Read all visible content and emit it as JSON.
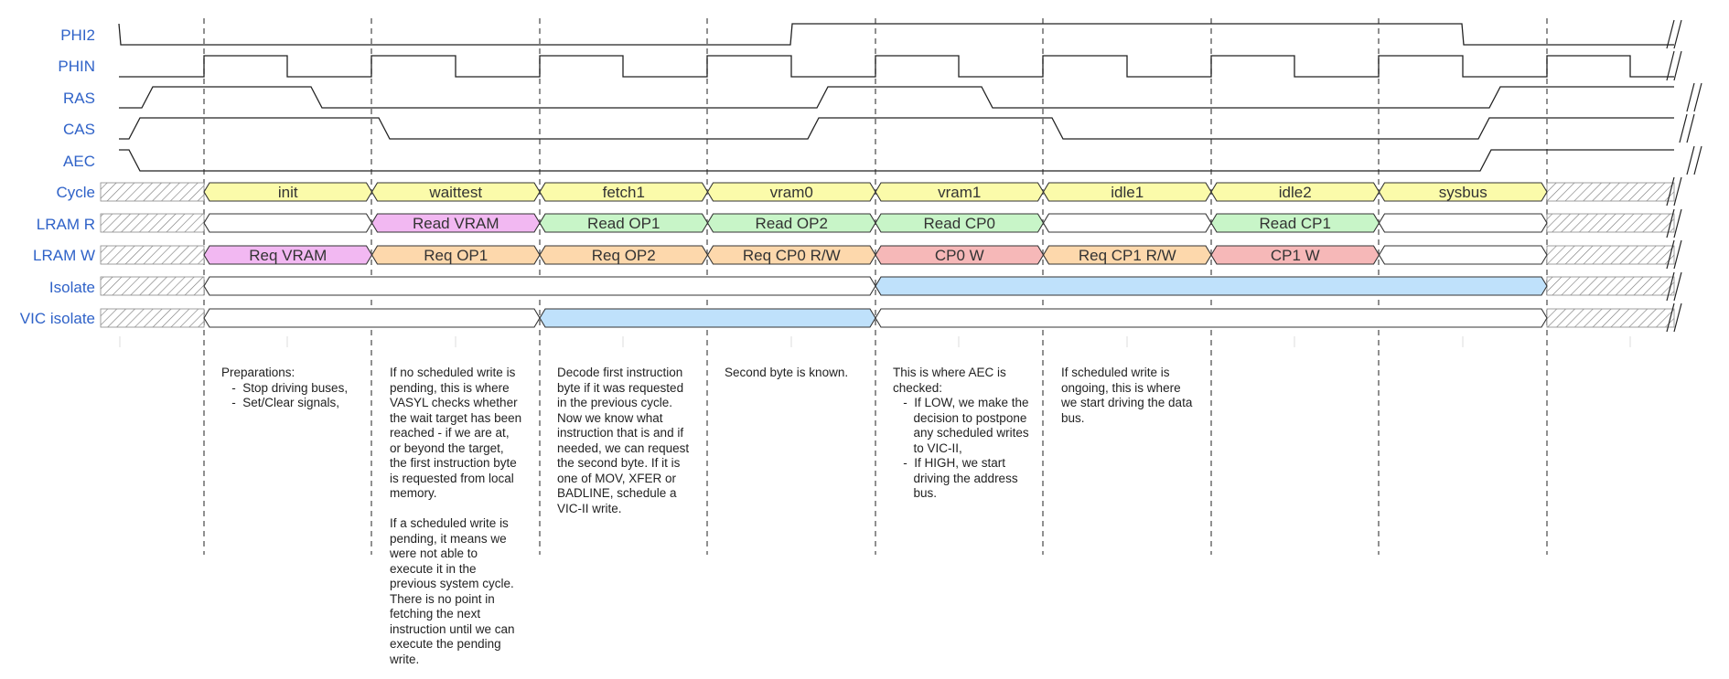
{
  "signal_labels": [
    "PHI2",
    "PHIN",
    "RAS",
    "CAS",
    "AEC",
    "Cycle",
    "LRAM R",
    "LRAM W",
    "Isolate",
    "VIC isolate"
  ],
  "bus_rows": [
    {
      "signal": "Cycle",
      "segments": [
        {
          "start": 1,
          "end": 2,
          "label": "init",
          "color": "#fbfbaa"
        },
        {
          "start": 2,
          "end": 3,
          "label": "waittest",
          "color": "#fbfbaa"
        },
        {
          "start": 3,
          "end": 4,
          "label": "fetch1",
          "color": "#fbfbaa"
        },
        {
          "start": 4,
          "end": 5,
          "label": "vram0",
          "color": "#fbfbaa"
        },
        {
          "start": 5,
          "end": 6,
          "label": "vram1",
          "color": "#fbfbaa"
        },
        {
          "start": 6,
          "end": 7,
          "label": "idle1",
          "color": "#fbfbaa"
        },
        {
          "start": 7,
          "end": 8,
          "label": "idle2",
          "color": "#fbfbaa"
        },
        {
          "start": 8,
          "end": 9,
          "label": "sysbus",
          "color": "#fbfbaa"
        }
      ]
    },
    {
      "signal": "LRAM R",
      "segments": [
        {
          "start": 1,
          "end": 2,
          "label": "",
          "color": "#ffffff"
        },
        {
          "start": 2,
          "end": 3,
          "label": "Read VRAM",
          "color": "#f2b8f2"
        },
        {
          "start": 3,
          "end": 4,
          "label": "Read OP1",
          "color": "#c8f5c8"
        },
        {
          "start": 4,
          "end": 5,
          "label": "Read OP2",
          "color": "#c8f5c8"
        },
        {
          "start": 5,
          "end": 6,
          "label": "Read CP0",
          "color": "#c8f5c8"
        },
        {
          "start": 6,
          "end": 7,
          "label": "",
          "color": "#ffffff"
        },
        {
          "start": 7,
          "end": 8,
          "label": "Read CP1",
          "color": "#c8f5c8"
        },
        {
          "start": 8,
          "end": 9,
          "label": "",
          "color": "#ffffff"
        }
      ]
    },
    {
      "signal": "LRAM W",
      "segments": [
        {
          "start": 1,
          "end": 2,
          "label": "Req VRAM",
          "color": "#f2b8f2"
        },
        {
          "start": 2,
          "end": 3,
          "label": "Req OP1",
          "color": "#fdd8ac"
        },
        {
          "start": 3,
          "end": 4,
          "label": "Req OP2",
          "color": "#fdd8ac"
        },
        {
          "start": 4,
          "end": 5,
          "label": "Req CP0 R/W",
          "color": "#fdd8ac"
        },
        {
          "start": 5,
          "end": 6,
          "label": "CP0 W",
          "color": "#f6b8b8"
        },
        {
          "start": 6,
          "end": 7,
          "label": "Req CP1 R/W",
          "color": "#fdd8ac"
        },
        {
          "start": 7,
          "end": 8,
          "label": "CP1 W",
          "color": "#f6b8b8"
        },
        {
          "start": 8,
          "end": 9,
          "label": "",
          "color": "#ffffff"
        }
      ]
    },
    {
      "signal": "Isolate",
      "segments": [
        {
          "start": 1,
          "end": 5,
          "label": "",
          "color": "#ffffff"
        },
        {
          "start": 5,
          "end": 9,
          "label": "",
          "color": "#bfe1fb"
        }
      ]
    },
    {
      "signal": "VIC isolate",
      "segments": [
        {
          "start": 1,
          "end": 3,
          "label": "",
          "color": "#ffffff"
        },
        {
          "start": 3,
          "end": 5,
          "label": "",
          "color": "#bfe1fb"
        },
        {
          "start": 5,
          "end": 9,
          "label": "",
          "color": "#ffffff"
        }
      ]
    }
  ],
  "notes": [
    {
      "column": "init",
      "text": "Preparations:\n   -  Stop driving buses,\n   -  Set/Clear signals,"
    },
    {
      "column": "waittest",
      "text": "If no scheduled write is\npending, this is where\nVASYL checks whether\nthe wait target has been\nreached - if we are at,\nor beyond the target,\nthe first instruction byte\nis requested from local\nmemory.\n\nIf a scheduled write is\npending, it means we\nwere not able to\nexecute it in the\nprevious system cycle.\nThere is no point in\nfetching the next\ninstruction until we can\nexecute the pending\nwrite."
    },
    {
      "column": "fetch1",
      "text": "Decode first instruction\nbyte if it was requested\nin the previous cycle.\nNow we know what\ninstruction that is and if\nneeded, we can request\nthe second byte. If it is\none of MOV, XFER or\nBADLINE, schedule a\nVIC-II write."
    },
    {
      "column": "vram0",
      "text": "Second byte is known."
    },
    {
      "column": "vram1",
      "text": "This is where AEC is\nchecked:\n   -  If LOW, we make the\n      decision to postpone\n      any scheduled writes\n      to VIC-II,\n   -  If HIGH, we start\n      driving the address\n      bus."
    },
    {
      "column": "idle1",
      "text": "If scheduled write is\nongoing, this is where\nwe start driving the data\nbus."
    }
  ]
}
